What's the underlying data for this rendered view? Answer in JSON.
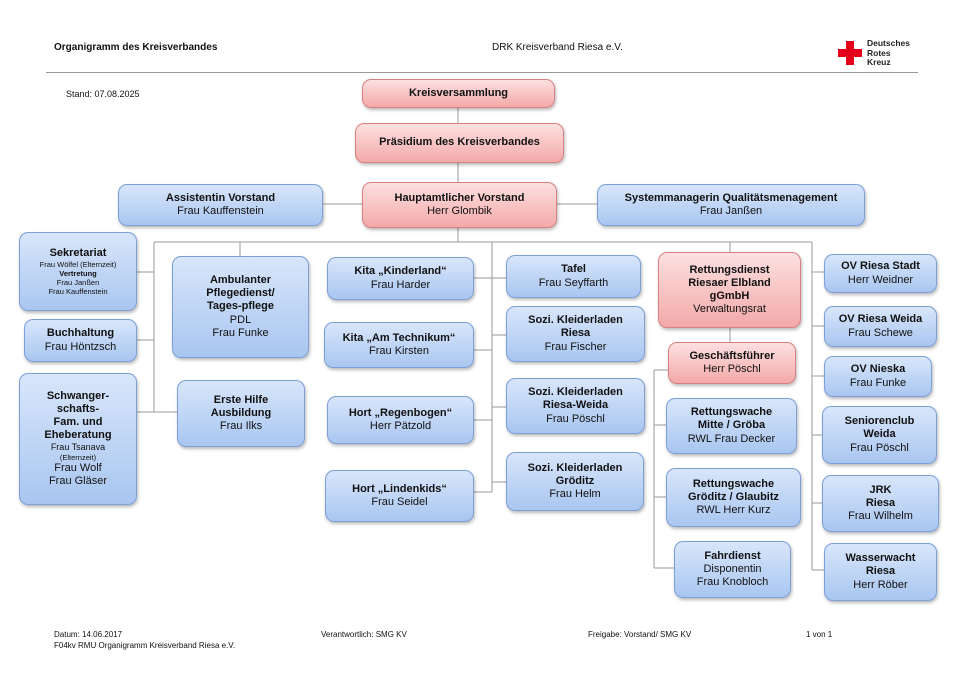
{
  "header": {
    "title": "Organigramm des Kreisverbandes",
    "org": "DRK Kreisverband Riesa e.V.",
    "logo_text": [
      "Deutsches",
      "Rotes",
      "Kreuz"
    ],
    "stand": "Stand: 07.08.2025"
  },
  "colors": {
    "blue_box": "#a9c6f0",
    "red_box": "#f3a9a9",
    "drk_red": "#e3001b"
  },
  "top": {
    "kreisversammlung": "Kreisversammlung",
    "praesidium": "Präsidium des Kreisverbandes",
    "vorstand": {
      "title": "Hauptamtlicher Vorstand",
      "name": "Herr Glombik"
    },
    "assistentin": {
      "title": "Assistentin Vorstand",
      "name": "Frau Kauffenstein"
    },
    "qm": {
      "title": "Systemmanagerin Qualitätsmenagement",
      "name": "Frau Janßen"
    }
  },
  "left": {
    "sekretariat": {
      "title": "Sekretariat",
      "l1": "Frau Wölfel (Elternzeit)",
      "l2": "Vertretung",
      "l3": "Frau Janßen",
      "l4": "Frau Kauffenstein"
    },
    "buchhaltung": {
      "title": "Buchhaltung",
      "name": "Frau Höntzsch"
    },
    "schwanger": {
      "t1": "Schwanger-",
      "t2": "schafts-",
      "t3": "Fam. und",
      "t4": "Eheberatung",
      "l1": "Frau Tsanava",
      "l2": "(Elternzeit)",
      "l3": "Frau Wolf",
      "l4": "Frau Gläser"
    }
  },
  "col2": {
    "ambulant": {
      "t1": "Ambulanter",
      "t2": "Pflegedienst/",
      "t3": "Tages-pflege",
      "l1": "PDL",
      "l2": "Frau Funke"
    },
    "erstehilfe": {
      "t1": "Erste Hilfe",
      "t2": "Ausbildung",
      "name": "Frau Ilks"
    }
  },
  "col3": {
    "kinderland": {
      "title": "Kita „Kinderland“",
      "name": "Frau Harder"
    },
    "technikum": {
      "title": "Kita „Am Technikum“",
      "name": "Frau Kirsten"
    },
    "regenbogen": {
      "title": "Hort „Regenbogen“",
      "name": "Herr Pätzold"
    },
    "lindenkids": {
      "title": "Hort „Lindenkids“",
      "name": "Frau Seidel"
    }
  },
  "col4": {
    "tafel": {
      "title": "Tafel",
      "name": "Frau Seyffarth"
    },
    "kl_riesa": {
      "t1": "Sozi. Kleiderladen",
      "t2": "Riesa",
      "name": "Frau Fischer"
    },
    "kl_weida": {
      "t1": "Sozi. Kleiderladen",
      "t2": "Riesa-Weida",
      "name": "Frau Pöschl"
    },
    "kl_groeditz": {
      "t1": "Sozi. Kleiderladen",
      "t2": "Gröditz",
      "name": "Frau Helm"
    }
  },
  "col5": {
    "rettungsdienst": {
      "t1": "Rettungsdienst",
      "t2": "Riesaer Elbland",
      "t3": "gGmbH",
      "sub": "Verwaltungsrat"
    },
    "gf": {
      "title": "Geschäftsführer",
      "name": "Herr Pöschl"
    },
    "rw_mitte": {
      "t1": "Rettungswache",
      "t2": "Mitte / Gröba",
      "name": "RWL Frau Decker"
    },
    "rw_groeditz": {
      "t1": "Rettungswache",
      "t2": "Gröditz / Glaubitz",
      "name": "RWL Herr Kurz"
    },
    "fahrdienst": {
      "title": "Fahrdienst",
      "l1": "Disponentin",
      "l2": "Frau Knobloch"
    }
  },
  "col6": {
    "ov_stadt": {
      "title": "OV Riesa Stadt",
      "name": "Herr Weidner"
    },
    "ov_weida": {
      "title": "OV Riesa Weida",
      "name": "Frau Schewe"
    },
    "ov_nieska": {
      "title": "OV Nieska",
      "name": "Frau Funke"
    },
    "senioren": {
      "t1": "Seniorenclub",
      "t2": "Weida",
      "name": "Frau Pöschl"
    },
    "jrk": {
      "t1": "JRK",
      "t2": "Riesa",
      "name": "Frau Wilhelm"
    },
    "wasserwacht": {
      "t1": "Wasserwacht",
      "t2": "Riesa",
      "name": "Herr Röber"
    }
  },
  "footer": {
    "datum": "Datum: 14.06.2017",
    "doc": "F04kv RMU Organigramm Kreisverband Riesa e.V.",
    "verantwortlich": "Verantwortlich: SMG KV",
    "freigabe": "Freigabe: Vorstand/ SMG KV",
    "page": "1 von 1"
  }
}
